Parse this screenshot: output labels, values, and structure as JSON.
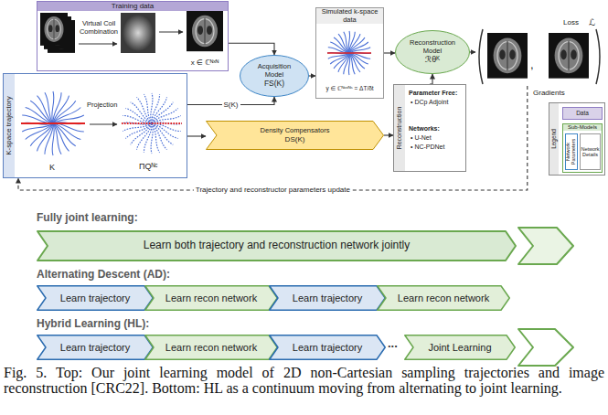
{
  "diagram": {
    "nodes": [
      {
        "text": [
          "Training data",
          "Virtual Coil Combination",
          "x ∈ ℂᴺˣᴺ"
        ]
      },
      {
        "text": [
          "K-space trajectory",
          "Projection",
          "K",
          "ΠQᴺᶜ"
        ]
      },
      {
        "text": [
          "Acquisition Model",
          "FS(K)"
        ]
      },
      {
        "text": [
          "Simulated k-space data",
          "y ∈ ℂᴺᶜˣᴺˢ = ΔT/δt"
        ]
      },
      {
        "text": [
          "Reconstruction Model",
          "ℛθᴷ"
        ]
      },
      {
        "text": [
          "Loss",
          "ℒ",
          ","
        ]
      },
      {
        "text": [
          "Density Compensators",
          "DS(K)"
        ]
      },
      {
        "text": [
          "Reconstruction",
          "Parameter Free:",
          "• DCp Adjoint",
          "Networks:",
          "• U-Net",
          "• NC-PDNet"
        ]
      },
      {
        "text": [
          "Legend"
        ]
      },
      {
        "text": [
          "Data"
        ],
        "in": 8
      },
      {
        "text": [
          "Sub-Models"
        ],
        "in": 8
      },
      {
        "text": [
          "Network Parameters"
        ],
        "in": 10
      },
      {
        "text": [
          "Network Details"
        ],
        "in": 10
      },
      {
        "text": [
          "Learn both trajectory and reconstruction network jointly"
        ]
      },
      {
        "text": [
          "Learn trajectory"
        ]
      },
      {
        "text": [
          "Learn recon network"
        ]
      },
      {
        "text": [
          "Learn trajectory"
        ]
      },
      {
        "text": [
          "Learn recon network"
        ]
      },
      {
        "text": [
          "Learn trajectory"
        ]
      },
      {
        "text": [
          "Learn recon network"
        ]
      },
      {
        "text": [
          "Learn trajectory"
        ]
      },
      {
        "text": [
          "Joint Learning"
        ]
      }
    ],
    "edges": [
      {
        "from": 0,
        "to": 2,
        "arrow": "to"
      },
      {
        "from": 1,
        "to": 2,
        "arrow": "to",
        "label": "S(K)"
      },
      {
        "from": 1,
        "to": 6,
        "arrow": "to"
      },
      {
        "from": 2,
        "to": 3,
        "arrow": "to"
      },
      {
        "from": 3,
        "to": 4,
        "arrow": "to"
      },
      {
        "from": 6,
        "to": 7,
        "arrow": "to"
      },
      {
        "from": 7,
        "to": 4,
        "arrow": "to"
      },
      {
        "from": 4,
        "to": 5,
        "arrow": "to"
      },
      {
        "from": 5,
        "to": 1,
        "arrow": "to",
        "label": "Trajectory and reconstructor parameters update"
      }
    ],
    "labels": [
      "Gradients",
      "Fully joint learning:",
      "Alternating Descent (AD):",
      "Hybrid Learning (HL):",
      "..."
    ],
    "caption": "Fig. 5. Top: Our joint learning model of 2D non-Cartesian sampling trajectories and image reconstruction [CRC22]. Bottom: HL as a continuum moving from alternating to joint learning."
  }
}
